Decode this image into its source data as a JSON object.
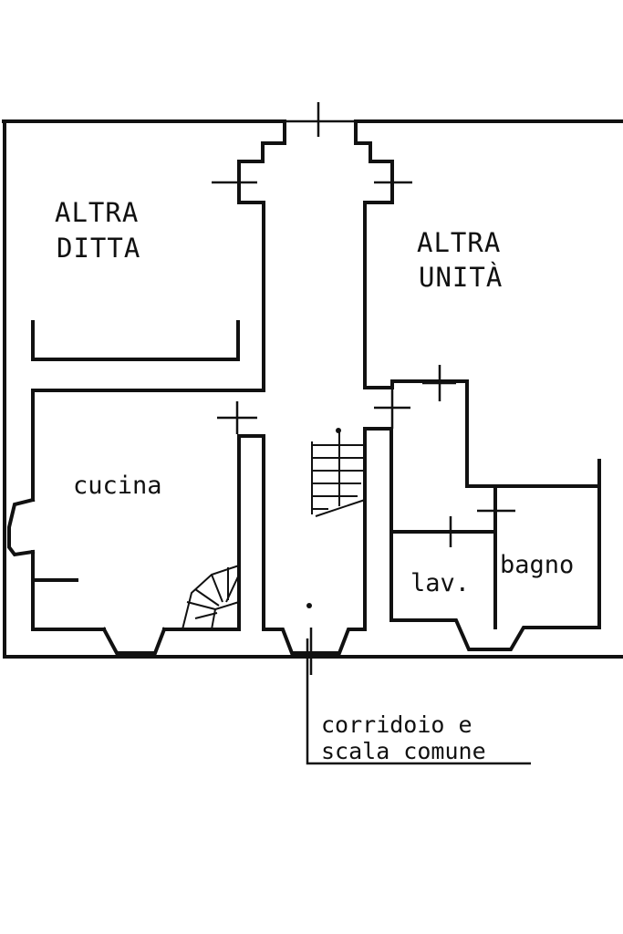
{
  "rooms": {
    "altra_ditta": [
      "ALTRA",
      "DITTA"
    ],
    "altra_unita": [
      "ALTRA",
      "UNITÀ"
    ],
    "cucina": "cucina",
    "lavanderia": "lav.",
    "bagno": "bagno"
  },
  "caption": {
    "line1": "corridoio e",
    "line2": "scala comune"
  }
}
